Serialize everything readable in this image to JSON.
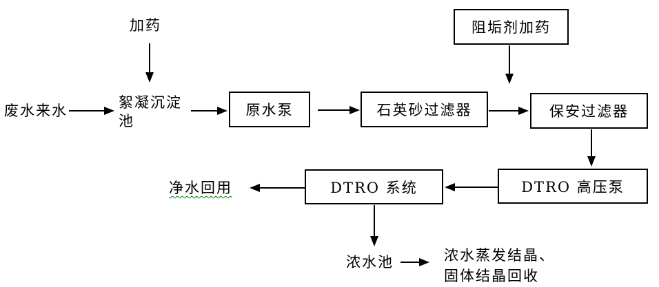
{
  "diagram": {
    "type": "flowchart",
    "background": "#ffffff",
    "line_color": "#000000",
    "spellcheck_underline_color": "#008000",
    "nodes": {
      "dosing": {
        "label": "加药",
        "shape": "text"
      },
      "wastewater_inflow": {
        "label": "废水来水",
        "shape": "text"
      },
      "flocculation_tank": {
        "label": "絮凝沉淀池",
        "lines": [
          "絮凝沉淀",
          "池"
        ],
        "shape": "text"
      },
      "raw_water_pump": {
        "label": "原水泵",
        "shape": "box"
      },
      "quartz_sand_filter": {
        "label": "石英砂过滤器",
        "shape": "box"
      },
      "antiscalant_dosing": {
        "label": "阻垢剂加药",
        "shape": "box"
      },
      "security_filter": {
        "label": "保安过滤器",
        "shape": "box"
      },
      "dtro_high_pressure_pump": {
        "label": "DTRO 高压泵",
        "shape": "box"
      },
      "dtro_system": {
        "label": "DTRO 系统",
        "shape": "box"
      },
      "clean_water_reuse": {
        "label": "净水回用",
        "shape": "text",
        "underline": "green-wavy"
      },
      "concentrate_tank": {
        "label": "浓水池",
        "shape": "text"
      },
      "concentrate_treatment": {
        "label": "浓水蒸发结晶、固体结晶回收",
        "lines": [
          "浓水蒸发结晶、",
          "固体结晶回收"
        ],
        "shape": "text"
      }
    },
    "edges": [
      {
        "from": "dosing",
        "to": "flocculation_tank",
        "direction": "down"
      },
      {
        "from": "wastewater_inflow",
        "to": "flocculation_tank",
        "direction": "right"
      },
      {
        "from": "flocculation_tank",
        "to": "raw_water_pump",
        "direction": "right"
      },
      {
        "from": "raw_water_pump",
        "to": "quartz_sand_filter",
        "direction": "right"
      },
      {
        "from": "quartz_sand_filter",
        "to": "security_filter",
        "direction": "right"
      },
      {
        "from": "antiscalant_dosing",
        "to": "security_filter",
        "direction": "down"
      },
      {
        "from": "security_filter",
        "to": "dtro_high_pressure_pump",
        "direction": "down"
      },
      {
        "from": "dtro_high_pressure_pump",
        "to": "dtro_system",
        "direction": "left"
      },
      {
        "from": "dtro_system",
        "to": "clean_water_reuse",
        "direction": "left"
      },
      {
        "from": "dtro_system",
        "to": "concentrate_tank",
        "direction": "down"
      },
      {
        "from": "concentrate_tank",
        "to": "concentrate_treatment",
        "direction": "right"
      }
    ]
  }
}
